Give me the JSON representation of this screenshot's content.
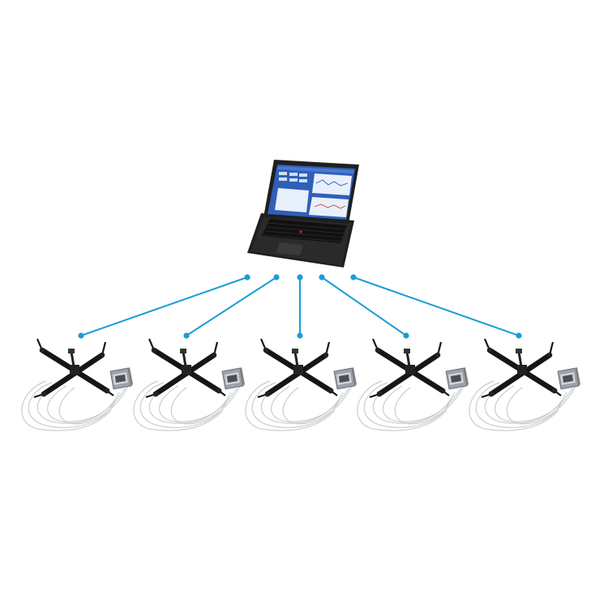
{
  "colors": {
    "link": "#1a9cd8",
    "background": "#ffffff",
    "laptop_body": "#1f1f1f",
    "screen_bg": "#2f5fb8",
    "frame": "#161616",
    "logger": "#9aa0a6",
    "cable": "#c9ccd0"
  },
  "laptop": {
    "icon": "laptop-icon"
  },
  "nodes": [
    {
      "id": "node-1",
      "icon": "sensor-frame-icon"
    },
    {
      "id": "node-2",
      "icon": "sensor-frame-icon"
    },
    {
      "id": "node-3",
      "icon": "sensor-frame-icon"
    },
    {
      "id": "node-4",
      "icon": "sensor-frame-icon"
    },
    {
      "id": "node-5",
      "icon": "sensor-frame-icon"
    }
  ],
  "links": [
    {
      "from": "laptop",
      "to": "node-1"
    },
    {
      "from": "laptop",
      "to": "node-2"
    },
    {
      "from": "laptop",
      "to": "node-3"
    },
    {
      "from": "laptop",
      "to": "node-4"
    },
    {
      "from": "laptop",
      "to": "node-5"
    }
  ]
}
